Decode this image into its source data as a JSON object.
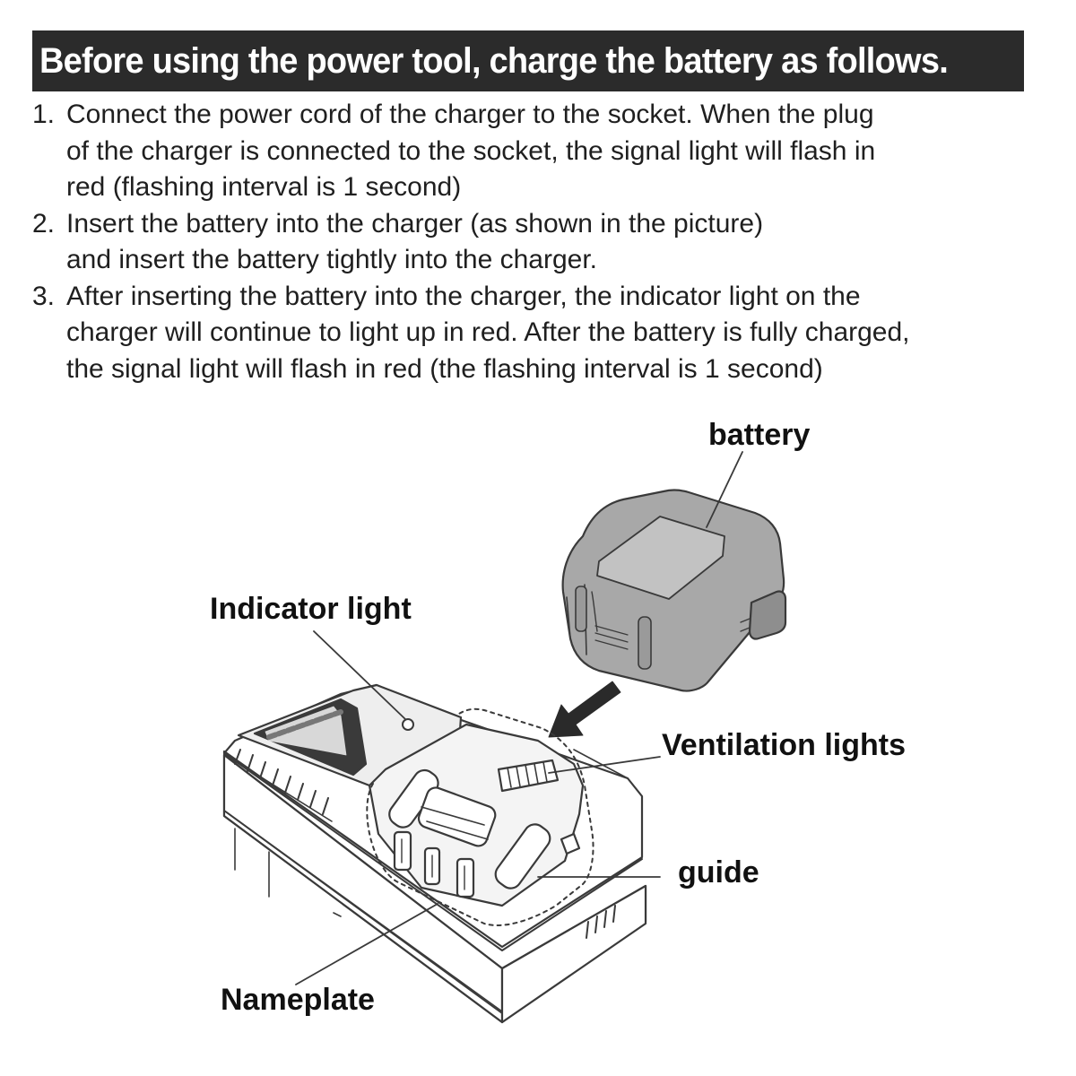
{
  "title": "Before using the power tool, charge the battery as follows.",
  "steps": [
    {
      "number": "1.",
      "lines": [
        "Connect the power cord of the charger to the socket. When the plug",
        "of the charger is connected to the socket, the signal light will flash in",
        "red (flashing interval is 1 second)"
      ]
    },
    {
      "number": "2.",
      "lines": [
        "Insert the battery into the charger (as shown in the picture)",
        "and insert the battery tightly into the charger."
      ]
    },
    {
      "number": "3.",
      "lines": [
        "After inserting the battery into the charger, the indicator light on the",
        "charger will continue to light up in red. After the battery is fully charged,",
        "the signal light will flash in red (the flashing interval is 1 second)"
      ]
    }
  ],
  "labels": {
    "battery": "battery",
    "indicator_light": "Indicator light",
    "ventilation_lights": "Ventilation lights",
    "guide": "guide",
    "nameplate": "Nameplate"
  }
}
